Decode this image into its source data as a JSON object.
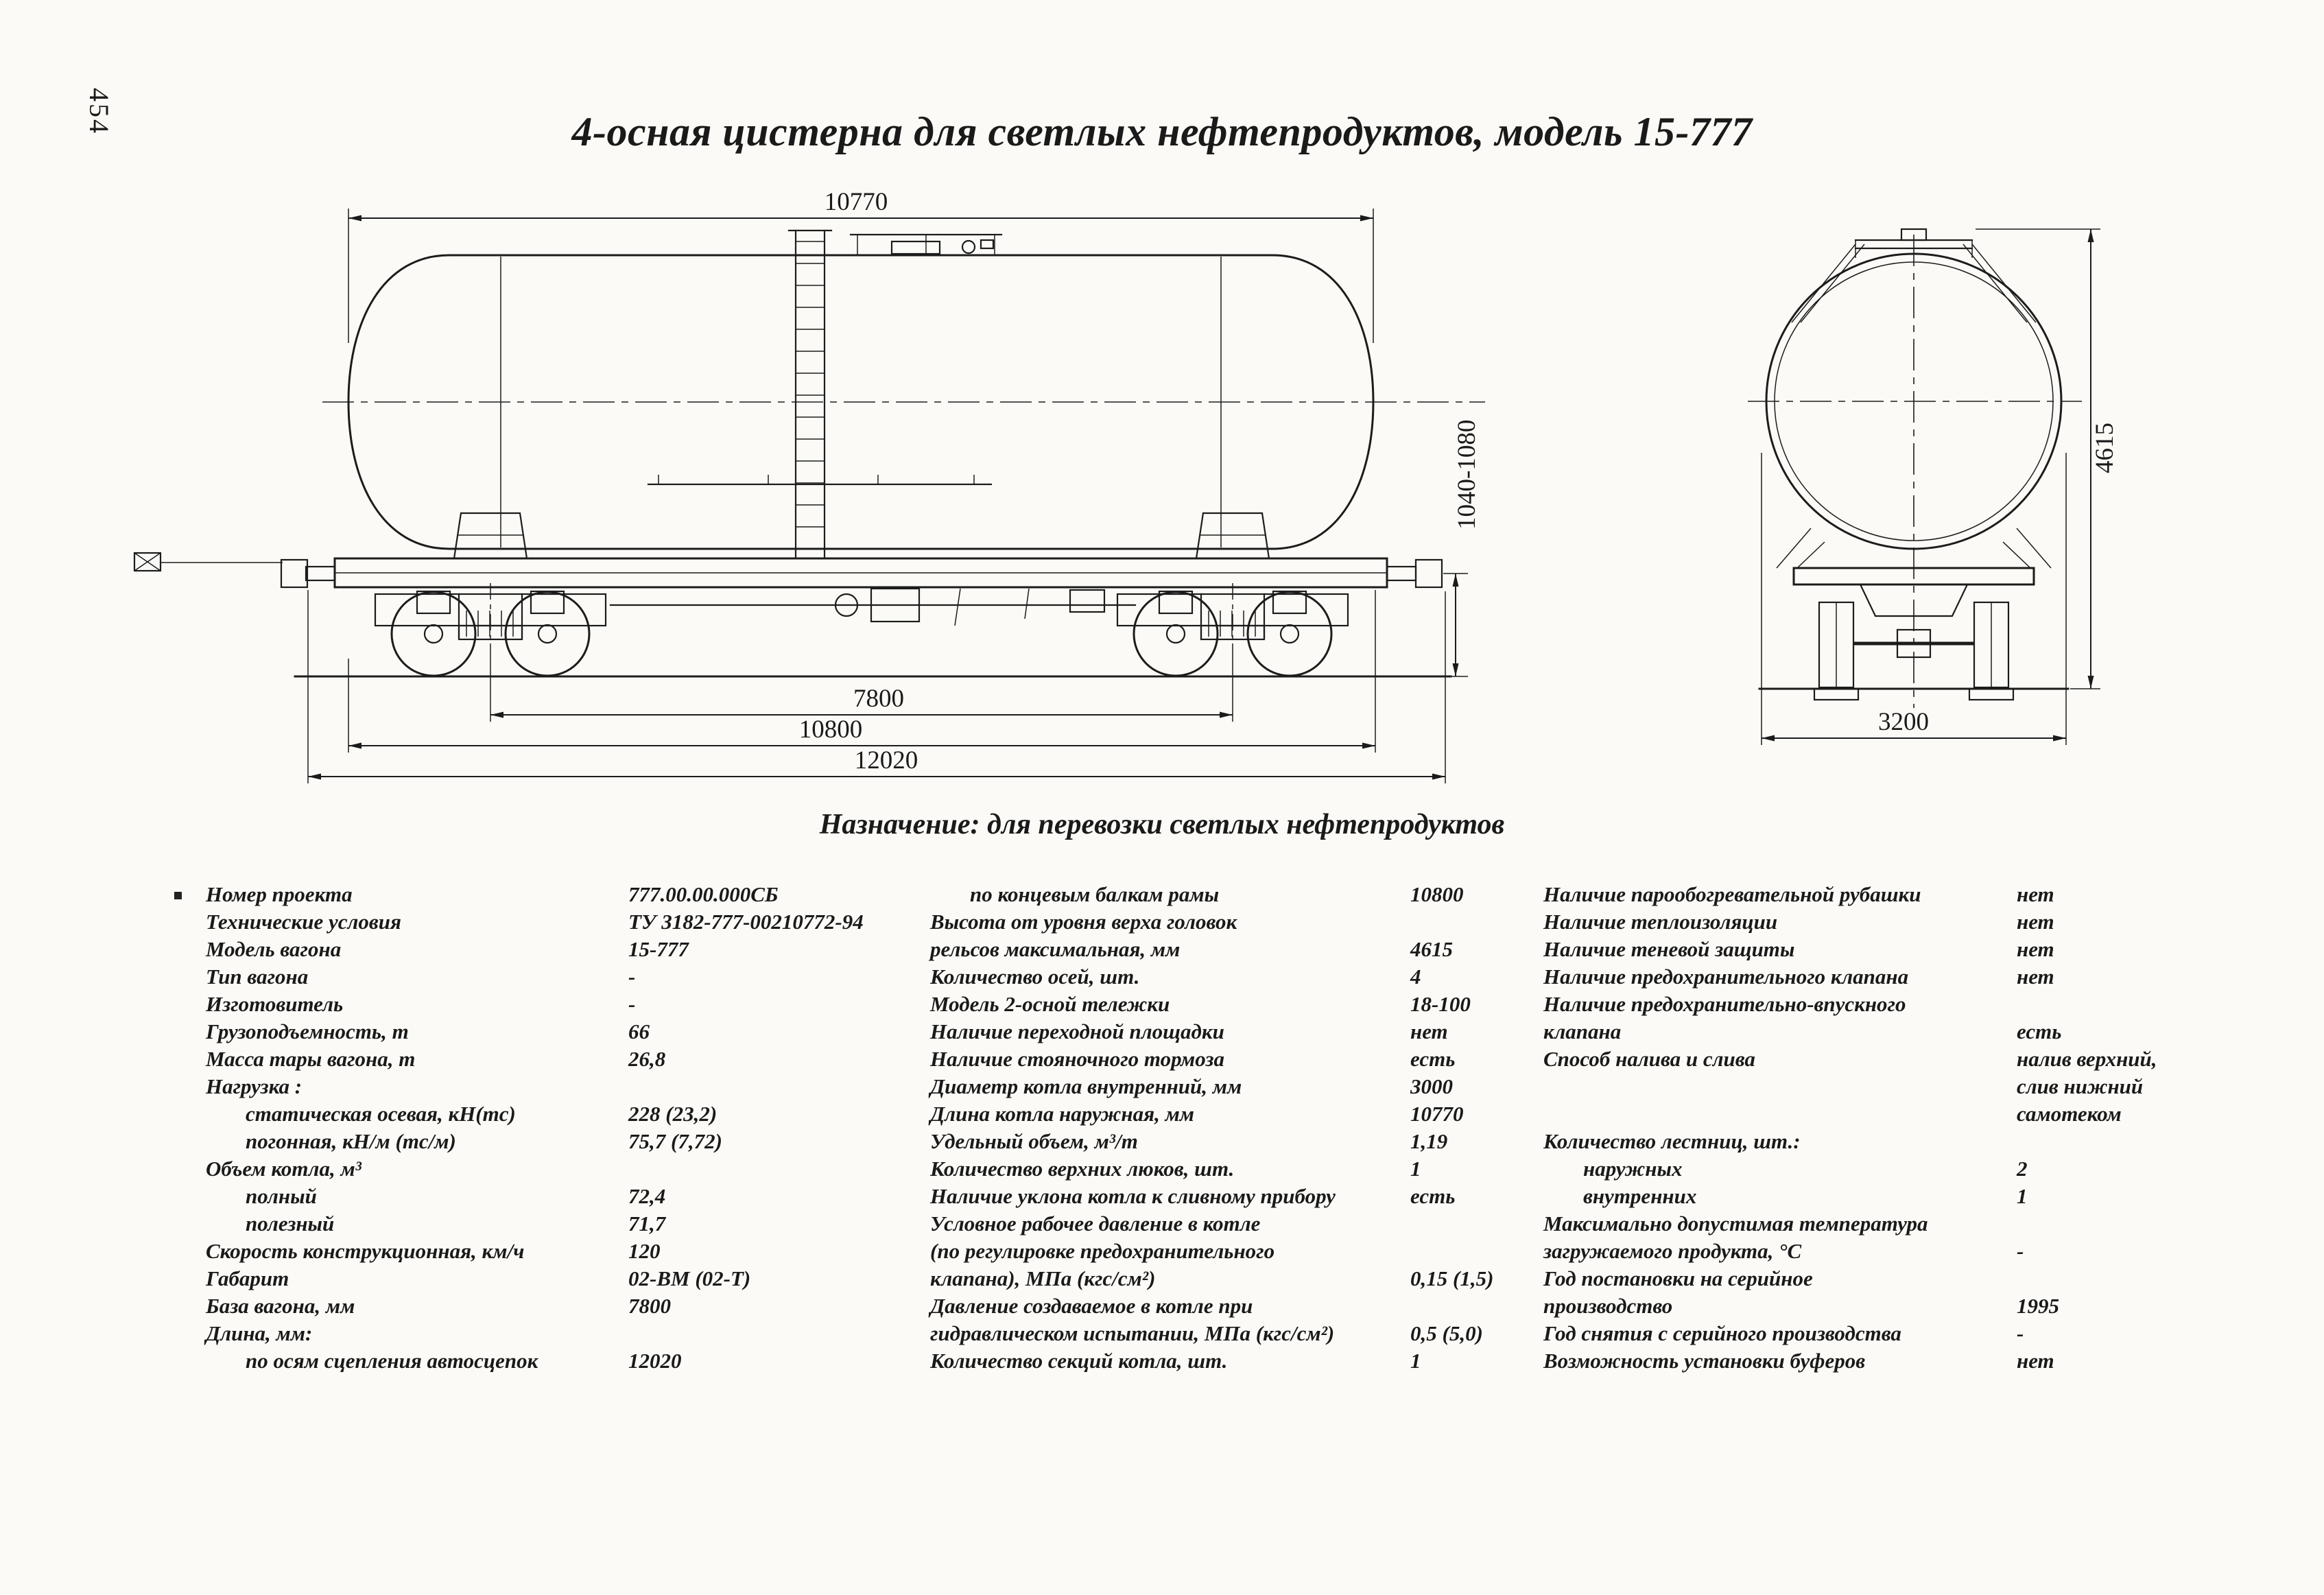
{
  "page": {
    "number": "454",
    "title": "4-осная цистерна для светлых нефтепродуктов, модель 15-777",
    "caption": "Назначение: для перевозки светлых нефтепродуктов"
  },
  "drawing": {
    "dims": {
      "tank_length": "10770",
      "coupler_height": "1040-1080",
      "bogie_base": "7800",
      "frame_length": "10800",
      "coupler_length": "12020",
      "total_height": "4615",
      "body_width": "3200"
    }
  },
  "specs": {
    "col1": [
      {
        "label": "Номер проекта",
        "value": "777.00.00.000СБ",
        "indent": 0,
        "bullet": true
      },
      {
        "label": "Технические условия",
        "value": "ТУ 3182-777-00210772-94",
        "indent": 0
      },
      {
        "label": "Модель вагона",
        "value": "15-777",
        "indent": 0
      },
      {
        "label": "Тип вагона",
        "value": "-",
        "indent": 0
      },
      {
        "label": "Изготовитель",
        "value": "-",
        "indent": 0
      },
      {
        "label": "Грузоподъемность, т",
        "value": "66",
        "indent": 0
      },
      {
        "label": "Масса тары вагона, т",
        "value": "26,8",
        "indent": 0
      },
      {
        "label": "Нагрузка :",
        "value": "",
        "indent": 0
      },
      {
        "label": "статическая осевая, кН(тс)",
        "value": "228 (23,2)",
        "indent": 1
      },
      {
        "label": "погонная, кН/м (тс/м)",
        "value": "75,7 (7,72)",
        "indent": 1
      },
      {
        "label": "Объем котла, м³",
        "value": "",
        "indent": 0
      },
      {
        "label": "полный",
        "value": "72,4",
        "indent": 1
      },
      {
        "label": "полезный",
        "value": "71,7",
        "indent": 1
      },
      {
        "label": "Скорость конструкционная, км/ч",
        "value": "120",
        "indent": 0
      },
      {
        "label": "Габарит",
        "value": "02-ВМ (02-Т)",
        "indent": 0
      },
      {
        "label": "База вагона, мм",
        "value": "7800",
        "indent": 0
      },
      {
        "label": "Длина, мм:",
        "value": "",
        "indent": 0
      },
      {
        "label": "по осям сцепления автосцепок",
        "value": "12020",
        "indent": 1
      }
    ],
    "col2": [
      {
        "label": "по концевым балкам рамы",
        "value": "10800",
        "indent": 1
      },
      {
        "label": "Высота от уровня верха головок",
        "value": "",
        "indent": 0
      },
      {
        "label": "рельсов максимальная, мм",
        "value": "4615",
        "indent": 0
      },
      {
        "label": "Количество осей, шт.",
        "value": "4",
        "indent": 0
      },
      {
        "label": "Модель 2-осной тележки",
        "value": "18-100",
        "indent": 0
      },
      {
        "label": "Наличие переходной площадки",
        "value": "нет",
        "indent": 0
      },
      {
        "label": "Наличие стояночного тормоза",
        "value": "есть",
        "indent": 0
      },
      {
        "label": "Диаметр котла внутренний, мм",
        "value": "3000",
        "indent": 0
      },
      {
        "label": "Длина котла наружная, мм",
        "value": "10770",
        "indent": 0
      },
      {
        "label": "Удельный объем, м³/т",
        "value": "1,19",
        "indent": 0
      },
      {
        "label": "Количество верхних люков, шт.",
        "value": "1",
        "indent": 0
      },
      {
        "label": "Наличие уклона котла к сливному прибору",
        "value": "есть",
        "indent": 0
      },
      {
        "label": "Условное рабочее давление в котле",
        "value": "",
        "indent": 0
      },
      {
        "label": "(по регулировке предохранительного",
        "value": "",
        "indent": 0
      },
      {
        "label": "клапана), МПа (кгс/см²)",
        "value": "0,15 (1,5)",
        "indent": 0
      },
      {
        "label": "Давление создаваемое в котле при",
        "value": "",
        "indent": 0
      },
      {
        "label": "гидравлическом испытании, МПа (кгс/см²)",
        "value": "0,5 (5,0)",
        "indent": 0
      },
      {
        "label": "Количество секций котла, шт.",
        "value": "1",
        "indent": 0
      }
    ],
    "col3": [
      {
        "label": "Наличие парообогревательной рубашки",
        "value": "нет",
        "indent": 0
      },
      {
        "label": "Наличие теплоизоляции",
        "value": "нет",
        "indent": 0
      },
      {
        "label": "Наличие теневой защиты",
        "value": "нет",
        "indent": 0
      },
      {
        "label": "Наличие предохранительного клапана",
        "value": "нет",
        "indent": 0
      },
      {
        "label": "Наличие предохранительно-впускного",
        "value": "",
        "indent": 0
      },
      {
        "label": "клапана",
        "value": "есть",
        "indent": 0
      },
      {
        "label": "Способ налива и слива",
        "value": "налив верхний,",
        "indent": 0
      },
      {
        "label": "",
        "value": "слив нижний",
        "indent": 0
      },
      {
        "label": "",
        "value": "самотеком",
        "indent": 0
      },
      {
        "label": "Количество лестниц, шт.:",
        "value": "",
        "indent": 0
      },
      {
        "label": "наружных",
        "value": "2",
        "indent": 1
      },
      {
        "label": "внутренних",
        "value": "1",
        "indent": 1
      },
      {
        "label": "Максимально допустимая температура",
        "value": "",
        "indent": 0
      },
      {
        "label": "загружаемого продукта, °С",
        "value": "-",
        "indent": 0
      },
      {
        "label": "Год постановки на серийное",
        "value": "",
        "indent": 0
      },
      {
        "label": "производство",
        "value": "1995",
        "indent": 0
      },
      {
        "label": "Год снятия с серийного производства",
        "value": "-",
        "indent": 0
      },
      {
        "label": "Возможность установки буферов",
        "value": "нет",
        "indent": 0
      }
    ]
  }
}
